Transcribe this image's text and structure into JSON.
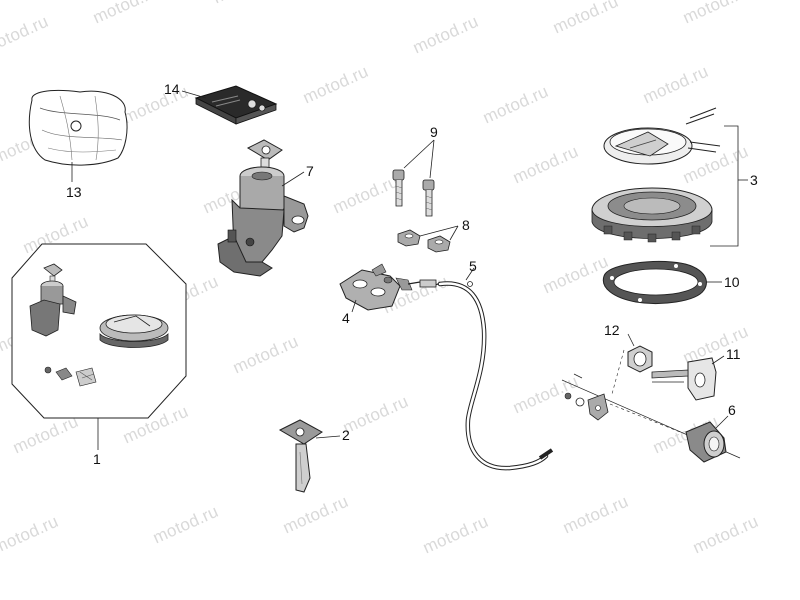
{
  "watermark": {
    "text": "motod.ru"
  },
  "callouts": {
    "c1": "1",
    "c2": "2",
    "c3": "3",
    "c4": "4",
    "c5": "5",
    "c6": "6",
    "c7": "7",
    "c8": "8",
    "c9": "9",
    "c10": "10",
    "c11": "11",
    "c12": "12",
    "c13": "13",
    "c14": "14"
  }
}
